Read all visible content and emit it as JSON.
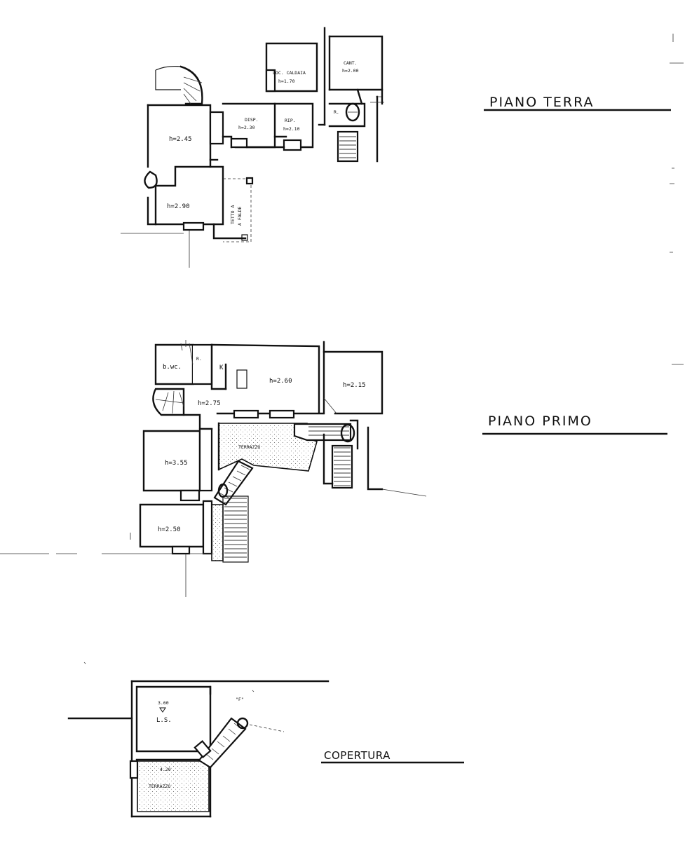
{
  "floors": {
    "ground": {
      "title": "PIANO TERRA",
      "rooms": {
        "main": "h=2.45",
        "lower": "h=2.90",
        "disp_name": "DISP.",
        "disp_h": "h=2.30",
        "rip_name": "RIP.",
        "rip_h": "h=2.10",
        "boiler_name": "LOC. CALDAIA",
        "boiler_h": "h=1.70",
        "cant_name": "CANT.",
        "cant_h": "h=2.00",
        "r_label": "R.",
        "roof_a": "TETTO A",
        "roof_b": "A FALDE"
      }
    },
    "first": {
      "title": "PIANO PRIMO",
      "rooms": {
        "bwc": "b.wc.",
        "r_label": "R.",
        "k_label": "K",
        "big": "h=2.60",
        "right": "h=2.15",
        "corridor": "h=2.75",
        "terrace": "TERRAZZO",
        "left": "h=3.55",
        "bottom": "h=2.50"
      }
    },
    "roof": {
      "title": "COPERTURA",
      "rooms": {
        "level_top": "3.60",
        "ls": "L.S.",
        "f_label": "\"F\"",
        "level_terr": "4.20",
        "terrace": "TERRAZZO"
      }
    }
  }
}
